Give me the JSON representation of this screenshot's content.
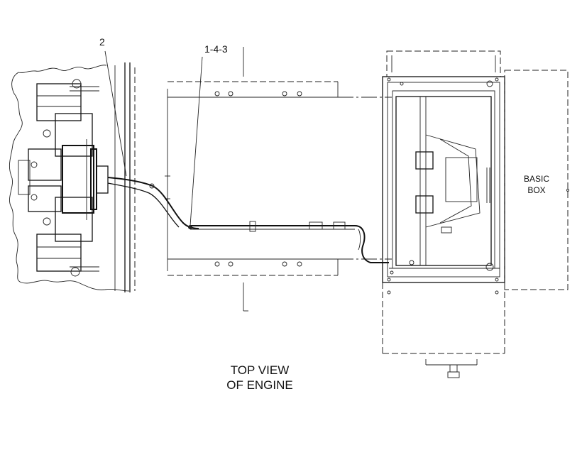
{
  "callouts": {
    "left": "2",
    "center": "1-4-3"
  },
  "box_label": {
    "line1": "BASIC",
    "line2": "BOX"
  },
  "caption": {
    "line1": "TOP VIEW",
    "line2": "OF ENGINE"
  },
  "colors": {
    "line": "#111111",
    "background": "#ffffff"
  }
}
